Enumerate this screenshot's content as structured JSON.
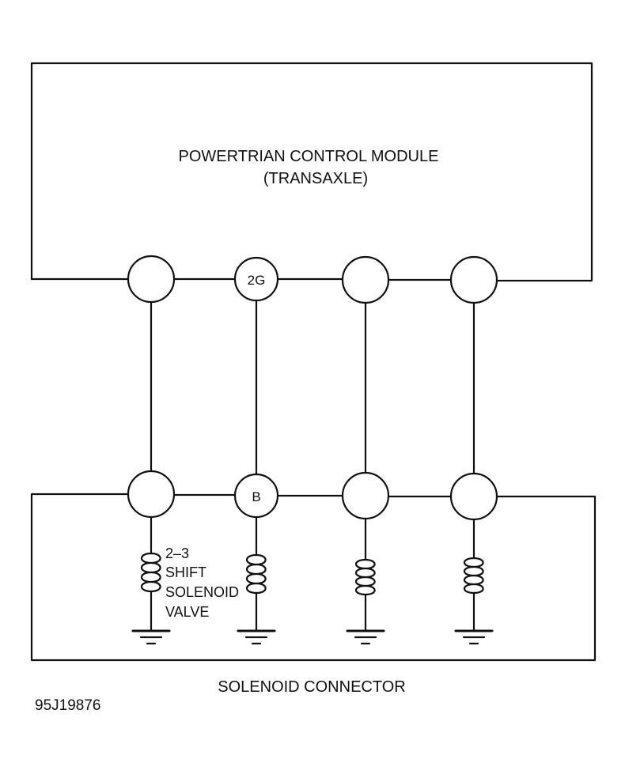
{
  "pcm": {
    "title": "POWERTRIAN CONTROL MODULE",
    "subtitle": "(TRANSAXLE)"
  },
  "pcm_pins": [
    "",
    "2G",
    "",
    ""
  ],
  "connector_pins": [
    "",
    "B",
    "",
    ""
  ],
  "solenoid_label": [
    "2–3",
    "SHIFT",
    "SOLENOID",
    "VALVE"
  ],
  "connector": {
    "caption": "SOLENOID CONNECTOR"
  },
  "figure_id": "95J19876",
  "colors": {
    "line": "#111111",
    "background": "#ffffff"
  }
}
